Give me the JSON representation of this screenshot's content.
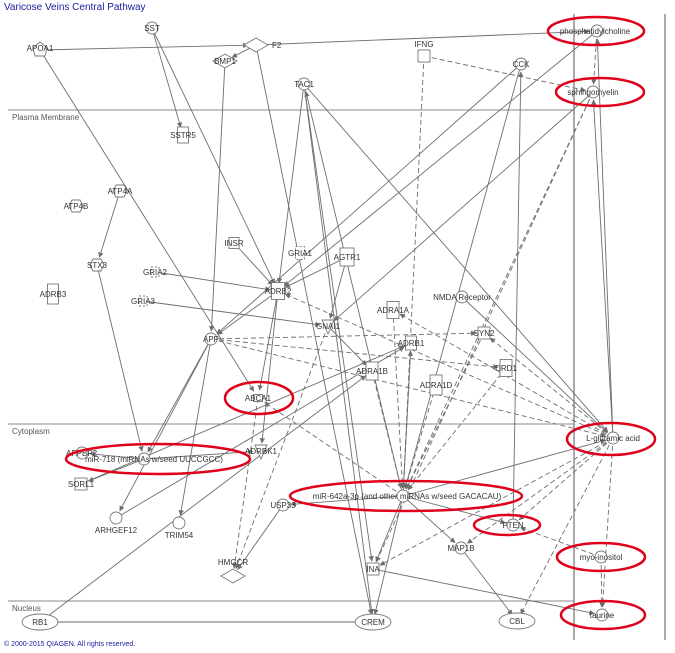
{
  "title": "Varicose Veins Central Pathway",
  "copyright": "© 2000-2015 QIAGEN. All rights reserved.",
  "compartments": [
    "Plasma Membrane",
    "Cytoplasm",
    "Nucleus"
  ],
  "colors": {
    "edge": "#6e6e6e",
    "highlight": "#e0001a",
    "title": "#1a1a9e"
  },
  "nodes": [
    {
      "id": "APOA1",
      "label": "APOA1",
      "shape": "pentagon"
    },
    {
      "id": "SST",
      "label": "SST",
      "shape": "circle"
    },
    {
      "id": "F2",
      "label": "F2",
      "shape": "diamond"
    },
    {
      "id": "BMP1",
      "label": "BMP1",
      "shape": "diamond"
    },
    {
      "id": "TAC1",
      "label": "TAC1",
      "shape": "circle"
    },
    {
      "id": "IFNG",
      "label": "IFNG",
      "shape": "square"
    },
    {
      "id": "CCK",
      "label": "CCK",
      "shape": "circle"
    },
    {
      "id": "PC",
      "label": "phosphatidylcholine",
      "shape": "circle"
    },
    {
      "id": "SM",
      "label": "sphingomyelin",
      "shape": "circle"
    },
    {
      "id": "SSTR5",
      "label": "SSTR5",
      "shape": "rect"
    },
    {
      "id": "ATP4A",
      "label": "ATP4A",
      "shape": "hexagon"
    },
    {
      "id": "ATP4B",
      "label": "ATP4B",
      "shape": "hexagon"
    },
    {
      "id": "STX3",
      "label": "STX3",
      "shape": "hexagon"
    },
    {
      "id": "ADRB3",
      "label": "ADRB3",
      "shape": "rect"
    },
    {
      "id": "INSR",
      "label": "INSR",
      "shape": "rect"
    },
    {
      "id": "GRIA1",
      "label": "GRIA1",
      "shape": "dashrect"
    },
    {
      "id": "AGTR1",
      "label": "AGTR1",
      "shape": "rect"
    },
    {
      "id": "GRIA2",
      "label": "GRIA2",
      "shape": "dashrect"
    },
    {
      "id": "GRIA3",
      "label": "GRIA3",
      "shape": "dashrect"
    },
    {
      "id": "ADRB2",
      "label": "ADRB2",
      "shape": "rect"
    },
    {
      "id": "NMDA",
      "label": "NMDA Receptor",
      "shape": "circle"
    },
    {
      "id": "ADRA1A",
      "label": "ADRA1A",
      "shape": "rect"
    },
    {
      "id": "APP",
      "label": "APP",
      "shape": "circle"
    },
    {
      "id": "GNAI1",
      "label": "GNAI1",
      "shape": "triangle"
    },
    {
      "id": "SYN2",
      "label": "SYN2",
      "shape": "square"
    },
    {
      "id": "ADRB1",
      "label": "ADRB1",
      "shape": "rect"
    },
    {
      "id": "DRD1",
      "label": "DRD1",
      "shape": "rect"
    },
    {
      "id": "ADRA1B",
      "label": "ADRA1B",
      "shape": "rect"
    },
    {
      "id": "ADRA1D",
      "label": "ADRA1D",
      "shape": "rect"
    },
    {
      "id": "ABCA1",
      "label": "ABCA1",
      "shape": "rect"
    },
    {
      "id": "LGLU",
      "label": "L-glutamic acid",
      "shape": "circle"
    },
    {
      "id": "APPBP2",
      "label": "APPBP2",
      "shape": "circle"
    },
    {
      "id": "MIR718",
      "label": "miR-718 (miRNAs w/seed UUCCGCC)",
      "shape": "circle"
    },
    {
      "id": "ADRBK1",
      "label": "ADRBK1",
      "shape": "triangle"
    },
    {
      "id": "SORL1",
      "label": "SORL1",
      "shape": "square"
    },
    {
      "id": "MIR642",
      "label": "miR-642a-3p (and other miRNAs w/seed GACACAU)",
      "shape": "circle"
    },
    {
      "id": "ARHGEF12",
      "label": "ARHGEF12",
      "shape": "circle"
    },
    {
      "id": "TRIM54",
      "label": "TRIM54",
      "shape": "circle"
    },
    {
      "id": "USP33",
      "label": "USP33",
      "shape": "circle"
    },
    {
      "id": "PTEN",
      "label": "PTEN",
      "shape": "circle"
    },
    {
      "id": "MAP1B",
      "label": "MAP1B",
      "shape": "circle"
    },
    {
      "id": "MYO",
      "label": "myo-inositol",
      "shape": "circle"
    },
    {
      "id": "HMGCR",
      "label": "HMGCR",
      "shape": "diamond"
    },
    {
      "id": "INA",
      "label": "INA",
      "shape": "square"
    },
    {
      "id": "TAURINE",
      "label": "taurine",
      "shape": "circle"
    },
    {
      "id": "RB1",
      "label": "RB1",
      "shape": "ellipse"
    },
    {
      "id": "CREM",
      "label": "CREM",
      "shape": "ellipse"
    },
    {
      "id": "CBL",
      "label": "CBL",
      "shape": "ellipse"
    }
  ],
  "edges": [
    [
      "APOA1",
      "F2",
      "solid"
    ],
    [
      "F2",
      "PC",
      "solid"
    ],
    [
      "SST",
      "SSTR5",
      "solid"
    ],
    [
      "SST",
      "ADRB2",
      "solid"
    ],
    [
      "APOA1",
      "ABCA1",
      "solid"
    ],
    [
      "TAC1",
      "ADRB2",
      "solid"
    ],
    [
      "BMP1",
      "APP",
      "solid"
    ],
    [
      "F2",
      "BMP1",
      "solid"
    ],
    [
      "F2",
      "CREM",
      "solid"
    ],
    [
      "IFNG",
      "SM",
      "dashed"
    ],
    [
      "IFNG",
      "MIR642",
      "dashed"
    ],
    [
      "CCK",
      "MIR642",
      "solid"
    ],
    [
      "CCK",
      "APP",
      "solid"
    ],
    [
      "PC",
      "SM",
      "dashed"
    ],
    [
      "PC",
      "ADRB2",
      "solid"
    ],
    [
      "SM",
      "GNAI1",
      "solid"
    ],
    [
      "SM",
      "MIR642",
      "dashed"
    ],
    [
      "SM",
      "INA",
      "dashed"
    ],
    [
      "ATP4A",
      "STX3",
      "solid"
    ],
    [
      "STX3",
      "MIR718",
      "solid"
    ],
    [
      "INSR",
      "ADRB2",
      "solid"
    ],
    [
      "AGTR1",
      "ADRB2",
      "solid"
    ],
    [
      "AGTR1",
      "GNAI1",
      "solid"
    ],
    [
      "GRIA2",
      "ADRB2",
      "solid"
    ],
    [
      "GRIA3",
      "GNAI1",
      "solid"
    ],
    [
      "ADRB2",
      "APP",
      "solid"
    ],
    [
      "ADRB2",
      "ABCA1",
      "solid"
    ],
    [
      "ADRB2",
      "ADRBK1",
      "solid"
    ],
    [
      "APP",
      "MIR718",
      "solid"
    ],
    [
      "APP",
      "ARHGEF12",
      "solid"
    ],
    [
      "APP",
      "LGLU",
      "dashed"
    ],
    [
      "APP",
      "TRIM54",
      "solid"
    ],
    [
      "GNAI1",
      "ADRA1B",
      "solid"
    ],
    [
      "GNAI1",
      "HMGCR",
      "dashed"
    ],
    [
      "NMDA",
      "LGLU",
      "solid"
    ],
    [
      "ADRA1A",
      "MIR642",
      "dashed"
    ],
    [
      "ADRB1",
      "MIR642",
      "dashed"
    ],
    [
      "DRD1",
      "MIR642",
      "dashed"
    ],
    [
      "ADRA1D",
      "MIR642",
      "dashed"
    ],
    [
      "ADRA1B",
      "MIR642",
      "dashed"
    ],
    [
      "SYN2",
      "MIR642",
      "dashed"
    ],
    [
      "MIR718",
      "ADRBK1",
      "solid"
    ],
    [
      "MIR718",
      "SORL1",
      "solid"
    ],
    [
      "MIR718",
      "APPBP2",
      "solid"
    ],
    [
      "MIR642",
      "PTEN",
      "solid"
    ],
    [
      "MIR642",
      "MAP1B",
      "solid"
    ],
    [
      "MIR642",
      "INA",
      "solid"
    ],
    [
      "MIR642",
      "CREM",
      "solid"
    ],
    [
      "MIR642",
      "USP33",
      "solid"
    ],
    [
      "MIR642",
      "TAC1",
      "solid"
    ],
    [
      "MIR642",
      "ABCA1",
      "dashed"
    ],
    [
      "MIR642",
      "ADRB1",
      "solid"
    ],
    [
      "MIR642",
      "LGLU",
      "solid"
    ],
    [
      "LGLU",
      "TAURINE",
      "dashed"
    ],
    [
      "LGLU",
      "CBL",
      "dashed"
    ],
    [
      "LGLU",
      "PTEN",
      "dashed"
    ],
    [
      "LGLU",
      "MAP1B",
      "dashed"
    ],
    [
      "LGLU",
      "ADRB2",
      "dashed"
    ],
    [
      "LGLU",
      "SYN2",
      "dashed"
    ],
    [
      "LGLU",
      "PC",
      "solid"
    ],
    [
      "LGLU",
      "SM",
      "solid"
    ],
    [
      "LGLU",
      "ADRA1A",
      "dashed"
    ],
    [
      "LGLU",
      "INA",
      "dashed"
    ],
    [
      "MYO",
      "TAURINE",
      "dashed"
    ],
    [
      "MYO",
      "PTEN",
      "dashed"
    ],
    [
      "PTEN",
      "CCK",
      "solid"
    ],
    [
      "MAP1B",
      "CBL",
      "solid"
    ],
    [
      "USP33",
      "HMGCR",
      "solid"
    ],
    [
      "TAC1",
      "CREM",
      "solid"
    ],
    [
      "TAC1",
      "LGLU",
      "solid"
    ],
    [
      "TAC1",
      "INA",
      "solid"
    ],
    [
      "INA",
      "TAURINE",
      "solid"
    ],
    [
      "CREM",
      "RB1",
      "solid"
    ],
    [
      "ABCA1",
      "HMGCR",
      "dashed"
    ],
    [
      "RB1",
      "ADRA1B",
      "solid"
    ],
    [
      "ARHGEF12",
      "ADRB1",
      "solid"
    ],
    [
      "SORL1",
      "ADRB1",
      "solid"
    ],
    [
      "APP",
      "DRD1",
      "dashed"
    ],
    [
      "APP",
      "SYN2",
      "dashed"
    ]
  ],
  "highlighted": [
    "PC",
    "SM",
    "ABCA1",
    "LGLU",
    "MIR718",
    "MIR642",
    "PTEN",
    "MYO",
    "TAURINE"
  ]
}
